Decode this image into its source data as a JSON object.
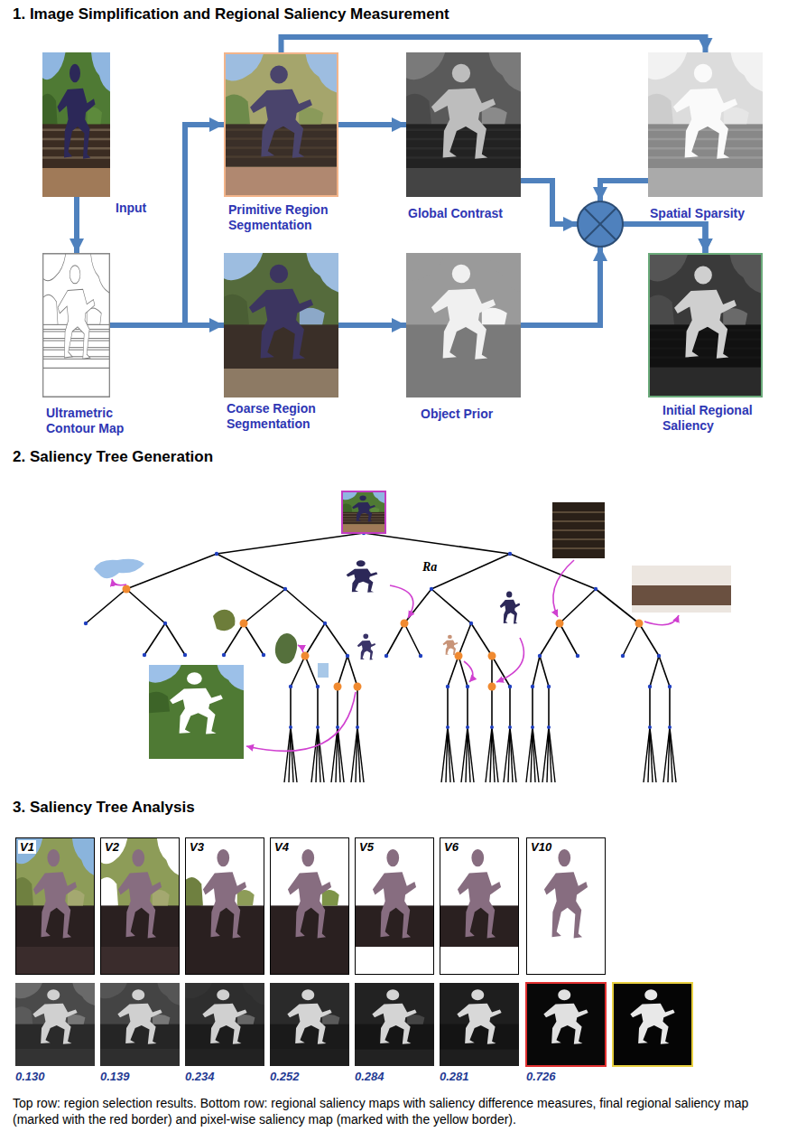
{
  "diagram": {
    "caption": "Top row: region selection results. Bottom row: regional saliency maps with saliency difference measures, final regional saliency map (marked with the red border) and pixel-wise saliency map (marked with the yellow border).",
    "nodes": [
      {
        "text": [
          "Input"
        ]
      },
      {
        "text": [
          "Primitive Region Segmentation"
        ]
      },
      {
        "text": [
          "Global Contrast"
        ]
      },
      {
        "text": [
          "Spatial Sparsity"
        ]
      },
      {
        "text": [
          "Ultrametric Contour Map"
        ]
      },
      {
        "text": [
          "Coarse Region Segmentation"
        ]
      },
      {
        "text": [
          "Object Prior"
        ]
      },
      {
        "text": [
          "Initial Regional Saliency"
        ]
      },
      {
        "text": [
          "V1"
        ]
      },
      {
        "text": [
          "V2"
        ]
      },
      {
        "text": [
          "V3"
        ]
      },
      {
        "text": [
          "V4"
        ]
      },
      {
        "text": [
          "V5"
        ]
      },
      {
        "text": [
          "V6"
        ]
      },
      {
        "text": [
          "V10"
        ]
      }
    ],
    "edges": [
      {
        "from": 0,
        "to": 4,
        "arrow": "to"
      },
      {
        "from": 4,
        "to": 1,
        "arrow": "to"
      },
      {
        "from": 4,
        "to": 5,
        "arrow": "to"
      },
      {
        "from": 1,
        "to": 2,
        "arrow": "to"
      },
      {
        "from": 1,
        "to": 3,
        "arrow": "to"
      },
      {
        "from": 5,
        "to": 6,
        "arrow": "to"
      },
      {
        "from": 2,
        "to": 7,
        "arrow": "to"
      },
      {
        "from": 3,
        "to": 7,
        "arrow": "to"
      },
      {
        "from": 6,
        "to": 7,
        "arrow": "to"
      }
    ],
    "labels": [
      "1. Image Simplification and Regional Saliency Measurement",
      "2. Saliency Tree Generation",
      "Ra",
      "3. Saliency Tree Analysis",
      "0.130",
      "0.139",
      "0.234",
      "0.252",
      "0.284",
      "0.281",
      "0.726"
    ]
  }
}
